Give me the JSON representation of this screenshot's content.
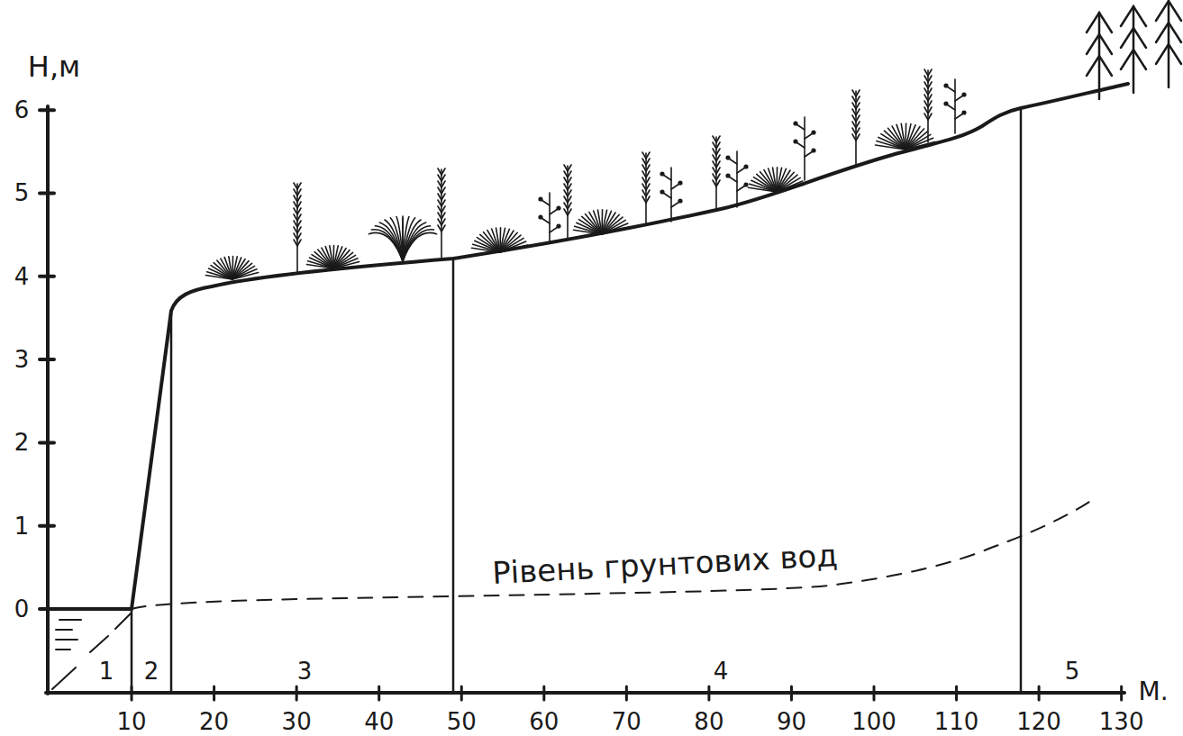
{
  "diagram": {
    "labels": [
      "H,м",
      "6",
      "5",
      "4",
      "3",
      "2",
      "1",
      "0",
      "Рівень грунтових вод",
      "1",
      "2",
      "3",
      "4",
      "5",
      "10",
      "20",
      "30",
      "40",
      "50",
      "60",
      "70",
      "80",
      "90",
      "100",
      "110",
      "120",
      "130",
      "М."
    ]
  }
}
